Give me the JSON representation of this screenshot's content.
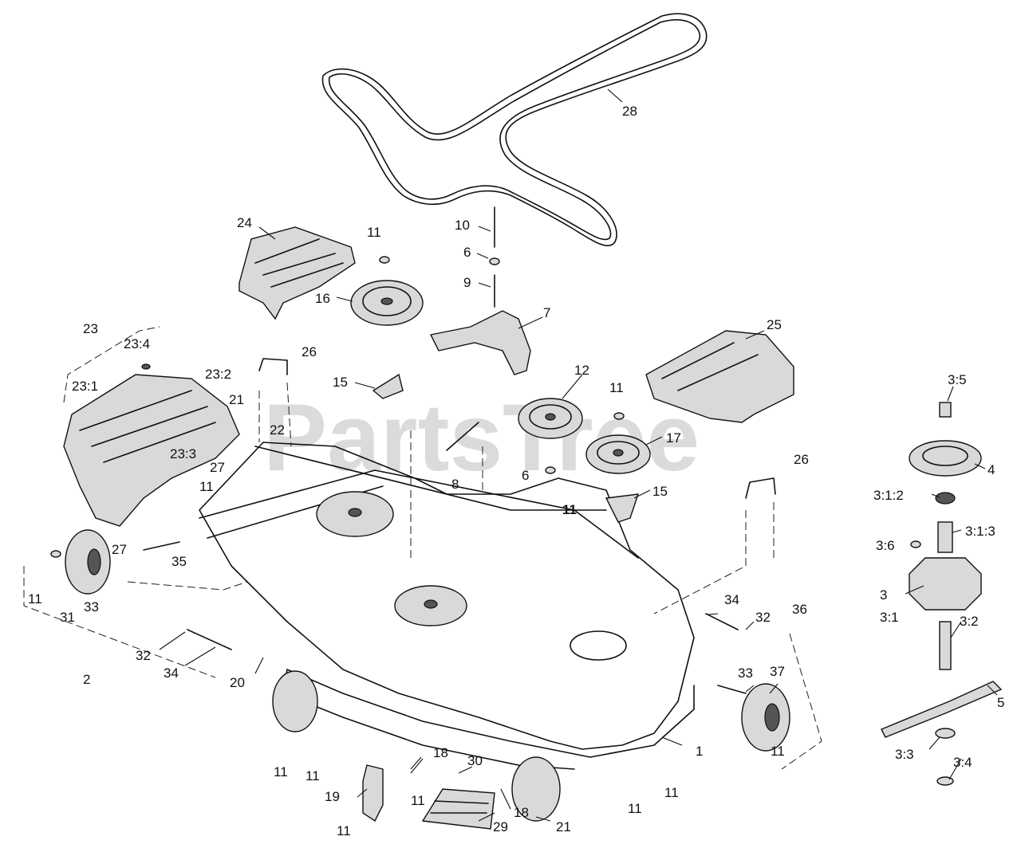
{
  "watermark": "PartsTree",
  "callouts": [
    {
      "id": "c28",
      "text": "28"
    },
    {
      "id": "c10",
      "text": "10"
    },
    {
      "id": "c6a",
      "text": "6"
    },
    {
      "id": "c9",
      "text": "9"
    },
    {
      "id": "c24",
      "text": "24"
    },
    {
      "id": "c11a",
      "text": "11"
    },
    {
      "id": "c16",
      "text": "16"
    },
    {
      "id": "c7",
      "text": "7"
    },
    {
      "id": "c25",
      "text": "25"
    },
    {
      "id": "c23",
      "text": "23"
    },
    {
      "id": "c23_4",
      "text": "23:4"
    },
    {
      "id": "c26a",
      "text": "26"
    },
    {
      "id": "c23_1",
      "text": "23:1"
    },
    {
      "id": "c23_2",
      "text": "23:2"
    },
    {
      "id": "c15a",
      "text": "15"
    },
    {
      "id": "c12",
      "text": "12"
    },
    {
      "id": "c11b",
      "text": "11"
    },
    {
      "id": "c3_5",
      "text": "3:5"
    },
    {
      "id": "c21a",
      "text": "21"
    },
    {
      "id": "c22",
      "text": "22"
    },
    {
      "id": "c17",
      "text": "17"
    },
    {
      "id": "c23_3",
      "text": "23:3"
    },
    {
      "id": "c27a",
      "text": "27"
    },
    {
      "id": "c11c",
      "text": "11"
    },
    {
      "id": "c8",
      "text": "8"
    },
    {
      "id": "c6b",
      "text": "6"
    },
    {
      "id": "c15b",
      "text": "15"
    },
    {
      "id": "c26b",
      "text": "26"
    },
    {
      "id": "c4",
      "text": "4"
    },
    {
      "id": "c11d",
      "text": "11"
    },
    {
      "id": "c3_1_2",
      "text": "3:1:2"
    },
    {
      "id": "c3_1_3",
      "text": "3:1:3"
    },
    {
      "id": "c27b",
      "text": "27"
    },
    {
      "id": "c35",
      "text": "35"
    },
    {
      "id": "c3_6",
      "text": "3:6"
    },
    {
      "id": "c11e",
      "text": "11"
    },
    {
      "id": "c31",
      "text": "31"
    },
    {
      "id": "c33a",
      "text": "33"
    },
    {
      "id": "c3",
      "text": "3"
    },
    {
      "id": "c3_1",
      "text": "3:1"
    },
    {
      "id": "c3_2",
      "text": "3:2"
    },
    {
      "id": "c34a",
      "text": "34"
    },
    {
      "id": "c32a",
      "text": "32"
    },
    {
      "id": "c36",
      "text": "36"
    },
    {
      "id": "c32b",
      "text": "32"
    },
    {
      "id": "c34b",
      "text": "34"
    },
    {
      "id": "c2",
      "text": "2"
    },
    {
      "id": "c20",
      "text": "20"
    },
    {
      "id": "c33b",
      "text": "33"
    },
    {
      "id": "c37",
      "text": "37"
    },
    {
      "id": "c5",
      "text": "5"
    },
    {
      "id": "c1",
      "text": "1"
    },
    {
      "id": "c11f",
      "text": "11"
    },
    {
      "id": "c3_3",
      "text": "3:3"
    },
    {
      "id": "c3_4",
      "text": "3:4"
    },
    {
      "id": "c18a",
      "text": "18"
    },
    {
      "id": "c30",
      "text": "30"
    },
    {
      "id": "c11g",
      "text": "11"
    },
    {
      "id": "c11h",
      "text": "11"
    },
    {
      "id": "c11i",
      "text": "11"
    },
    {
      "id": "c19",
      "text": "19"
    },
    {
      "id": "c11j",
      "text": "11"
    },
    {
      "id": "c18b",
      "text": "18"
    },
    {
      "id": "c11k",
      "text": "11"
    },
    {
      "id": "c11l",
      "text": "11"
    },
    {
      "id": "c29",
      "text": "29"
    },
    {
      "id": "c21b",
      "text": "21"
    }
  ]
}
